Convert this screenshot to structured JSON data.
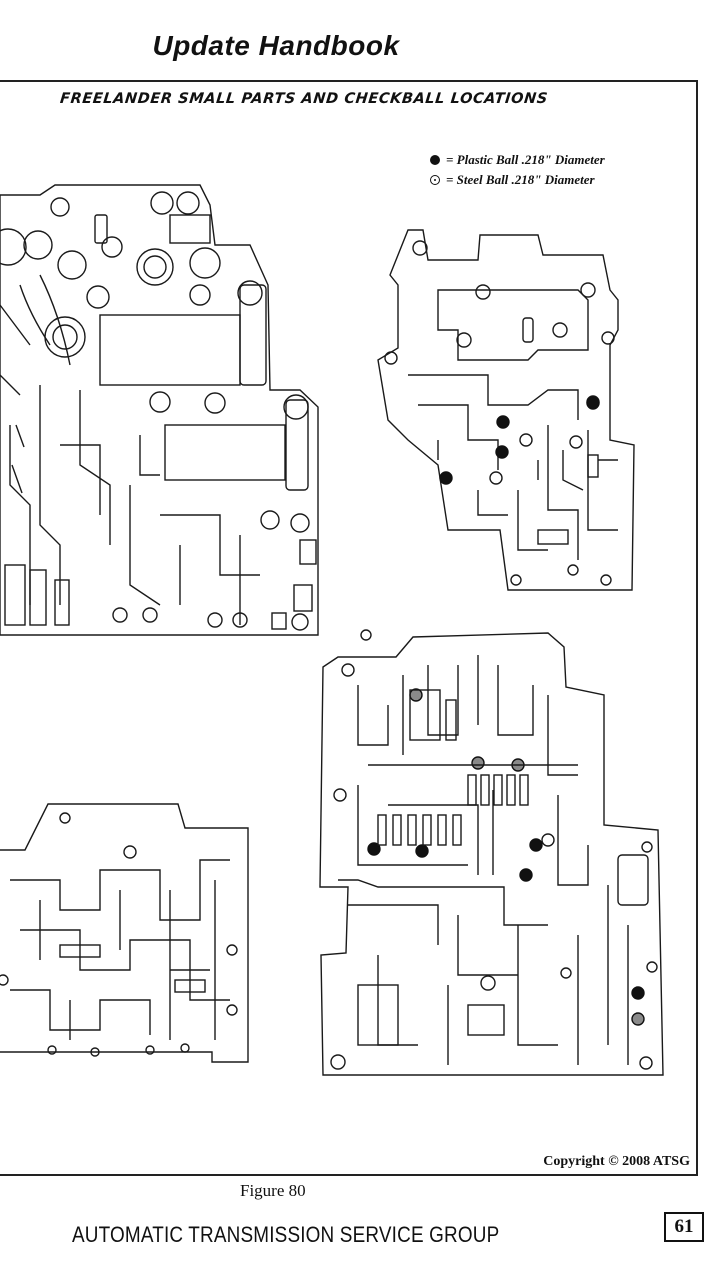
{
  "header": {
    "title": "Update Handbook"
  },
  "figure": {
    "subtitle": "FREELANDER SMALL PARTS AND CHECKBALL LOCATIONS",
    "legend": {
      "plastic": "= Plastic Ball  .218\" Diameter",
      "steel": "= Steel Ball  .218\" Diameter"
    },
    "copyright": "Copyright © 2008 ATSG",
    "caption": "Figure 80"
  },
  "footer": {
    "organization": "AUTOMATIC TRANSMISSION SERVICE GROUP",
    "page_number": "61"
  }
}
